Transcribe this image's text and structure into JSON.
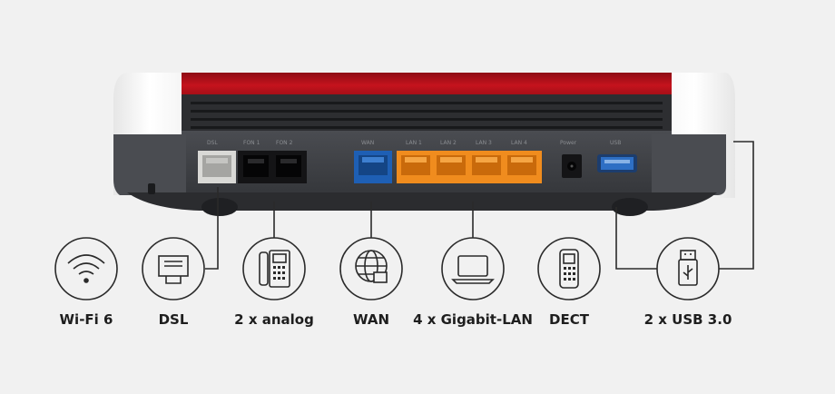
{
  "features": [
    {
      "label": "Wi-Fi 6",
      "icon": "wifi-icon"
    },
    {
      "label": "DSL",
      "icon": "ethernet-port-icon"
    },
    {
      "label": "2 x analog",
      "icon": "desk-phone-icon"
    },
    {
      "label": "WAN",
      "icon": "globe-port-icon"
    },
    {
      "label": "4 x Gigabit-LAN",
      "icon": "laptop-icon"
    },
    {
      "label": "DECT",
      "icon": "cordless-phone-icon"
    },
    {
      "label": "2 x USB 3.0",
      "icon": "usb-icon"
    }
  ],
  "port_labels": [
    "DSL",
    "FON 1",
    "FON 2",
    "WAN",
    "LAN 1",
    "LAN 2",
    "LAN 3",
    "LAN 4",
    "Power",
    "USB"
  ],
  "colors": {
    "background": "#f1f1f1",
    "router_red": "#b3121b",
    "router_white": "#ffffff",
    "router_dark_grey": "#3f4146",
    "wan_port": "#1e5fb4",
    "lan_port": "#f08c1e",
    "usb_port": "#2e6fc4",
    "line": "#2a2a2a"
  }
}
